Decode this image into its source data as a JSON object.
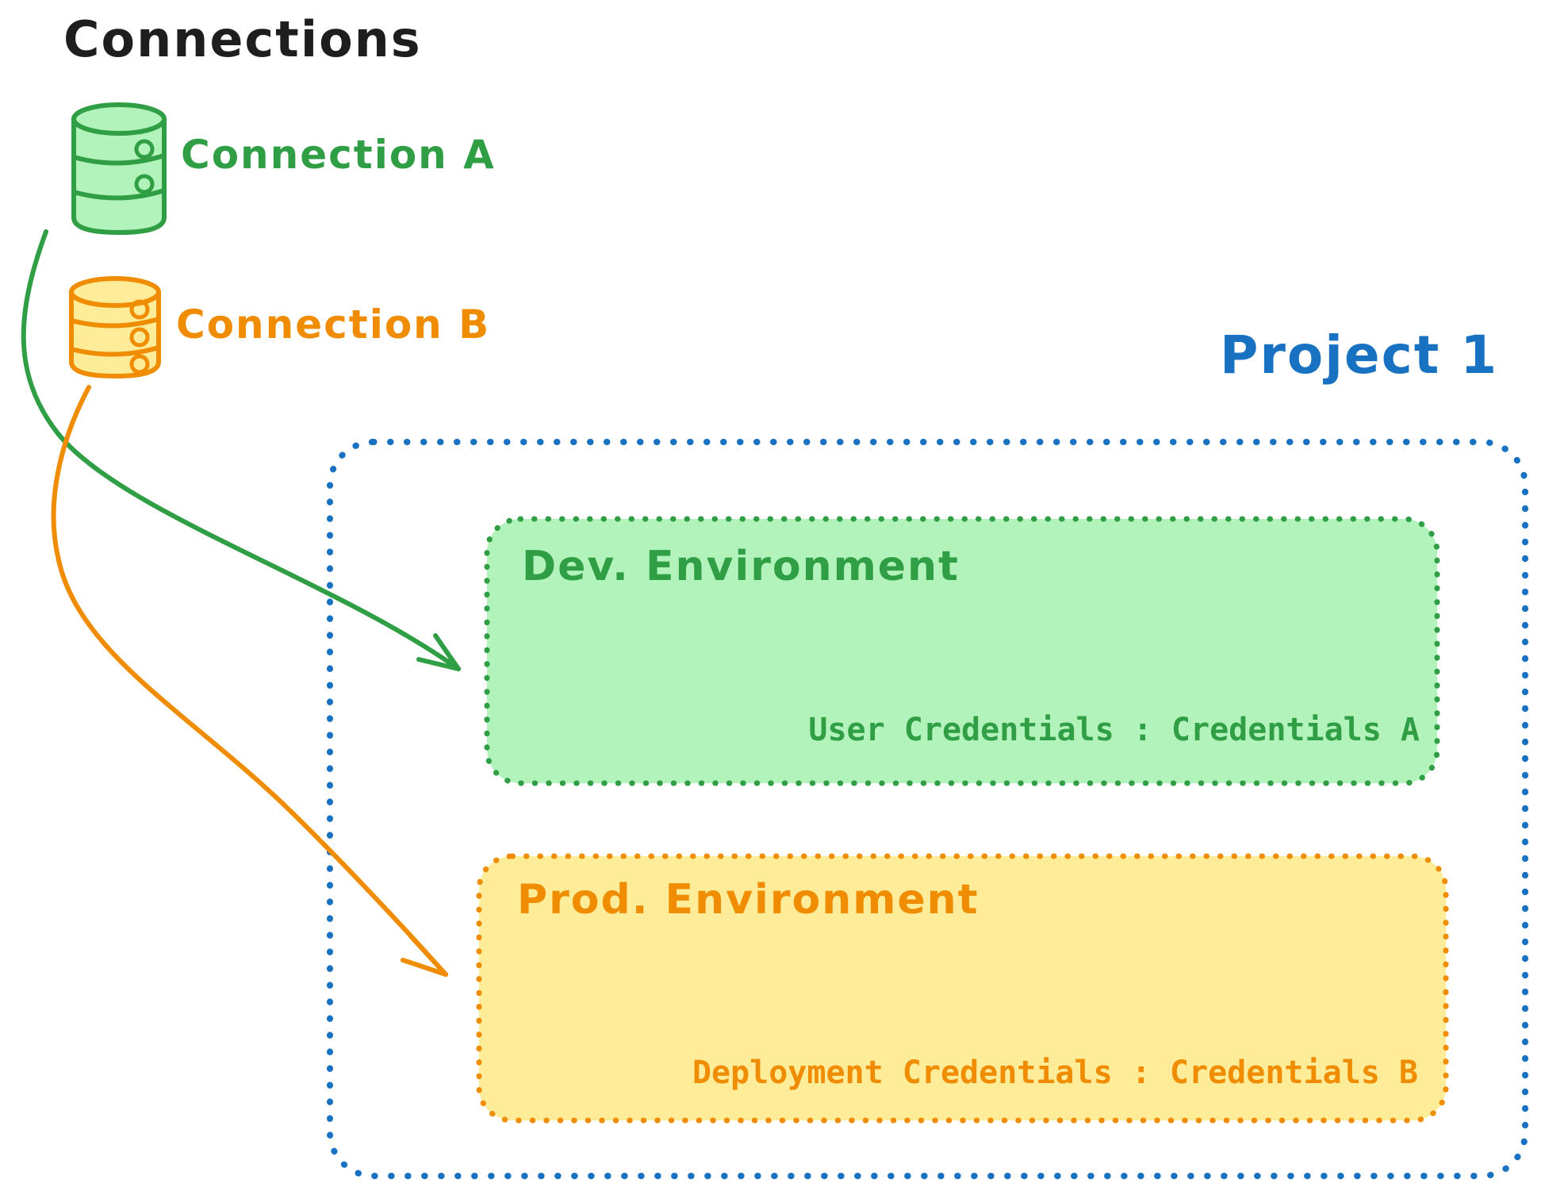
{
  "colors": {
    "green_stroke": "#2f9e44",
    "green_fill": "#b2f2bb",
    "orange_stroke": "#f08c00",
    "orange_fill": "#ffec99",
    "blue_stroke": "#1971c2",
    "ink": "#1e1e1e"
  },
  "connections": {
    "heading": "Connections",
    "items": [
      {
        "label": "Connection A",
        "icon": "database-icon",
        "color": "#2f9e44"
      },
      {
        "label": "Connection B",
        "icon": "database-icon",
        "color": "#f08c00"
      }
    ]
  },
  "project": {
    "label": "Project 1",
    "environments": [
      {
        "title": "Dev. Environment",
        "credentials": "User Credentials : Credentials A"
      },
      {
        "title": "Prod. Environment",
        "credentials": "Deployment Credentials : Credentials B"
      }
    ]
  }
}
